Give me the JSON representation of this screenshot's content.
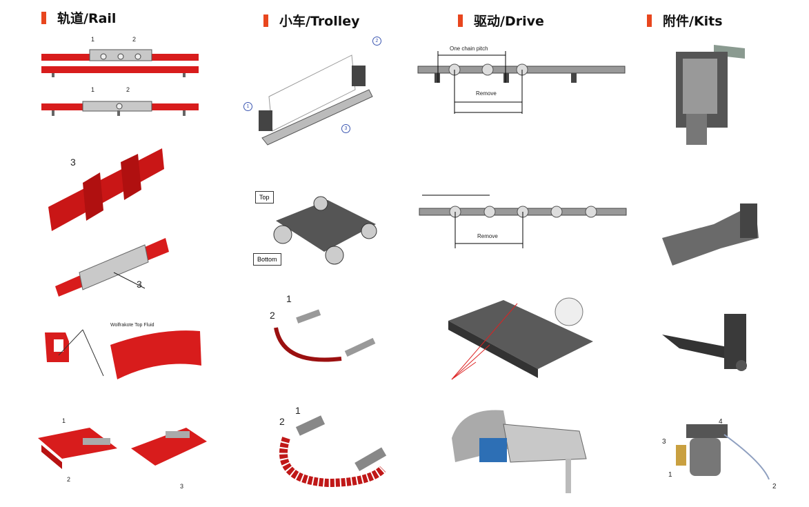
{
  "columns": [
    {
      "title": "轨道/Rail"
    },
    {
      "title": "小车/Trolley"
    },
    {
      "title": "驱动/Drive"
    },
    {
      "title": "附件/Kits"
    }
  ],
  "rail": {
    "n1": "1",
    "n2": "2",
    "n3": "3",
    "lubricant_label": "Wolfrakote Top Fluid"
  },
  "trolley": {
    "n1": "1",
    "n2": "2",
    "n3": "3",
    "top_label": "Top",
    "bottom_label": "Bottom"
  },
  "drive": {
    "pitch_label": "One chain pitch",
    "remove_label": "Remove"
  },
  "kits": {
    "n1": "1",
    "n2": "2",
    "n3": "3",
    "n4": "4"
  },
  "colors": {
    "accent": "#e8461e",
    "rail_red": "#d81c1c",
    "metal": "#7d7f84"
  }
}
